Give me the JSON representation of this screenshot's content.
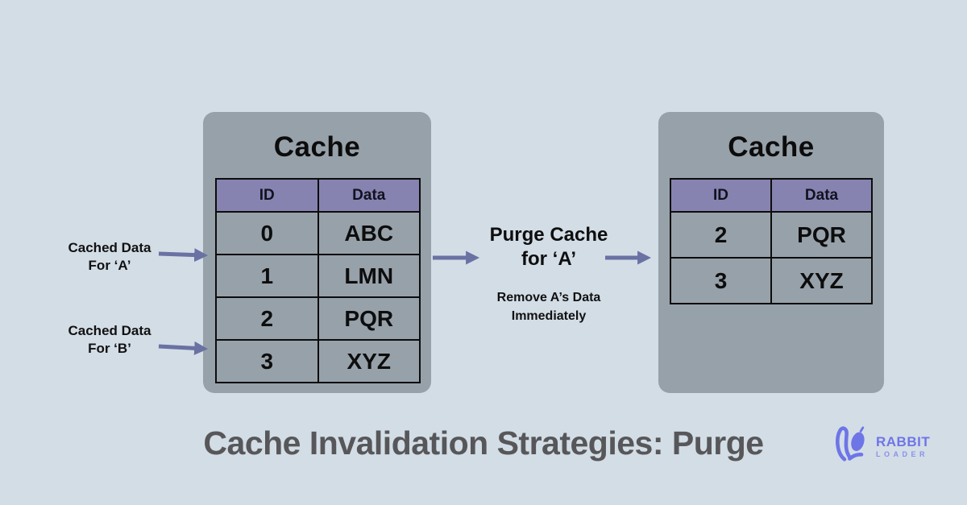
{
  "left_cache": {
    "title": "Cache",
    "columns": [
      "ID",
      "Data"
    ],
    "rows": [
      {
        "id": "0",
        "data": "ABC"
      },
      {
        "id": "1",
        "data": "LMN"
      },
      {
        "id": "2",
        "data": "PQR"
      },
      {
        "id": "3",
        "data": "XYZ"
      }
    ]
  },
  "right_cache": {
    "title": "Cache",
    "columns": [
      "ID",
      "Data"
    ],
    "rows": [
      {
        "id": "2",
        "data": "PQR"
      },
      {
        "id": "3",
        "data": "XYZ"
      }
    ]
  },
  "annotations": {
    "cached_a": {
      "line1": "Cached Data",
      "line2": "For ‘A’"
    },
    "cached_b": {
      "line1": "Cached Data",
      "line2": "For ‘B’"
    },
    "purge": {
      "line1": "Purge Cache",
      "line2": "for ‘A’"
    },
    "note": {
      "line1": "Remove A’s Data",
      "line2": "Immediately"
    }
  },
  "footer": {
    "title": "Cache Invalidation Strategies: Purge"
  },
  "logo": {
    "brand_top": "RABBIT",
    "brand_bottom": "LOADER"
  },
  "colors": {
    "background": "#d3dde6",
    "box_gray": "#97a1aa",
    "table_header_purple": "#8683b1",
    "arrow_purple": "#6a71a3",
    "footer_gray": "#57575a",
    "logo_purple": "#6e75e7",
    "text_black": "#0d0d0d"
  }
}
